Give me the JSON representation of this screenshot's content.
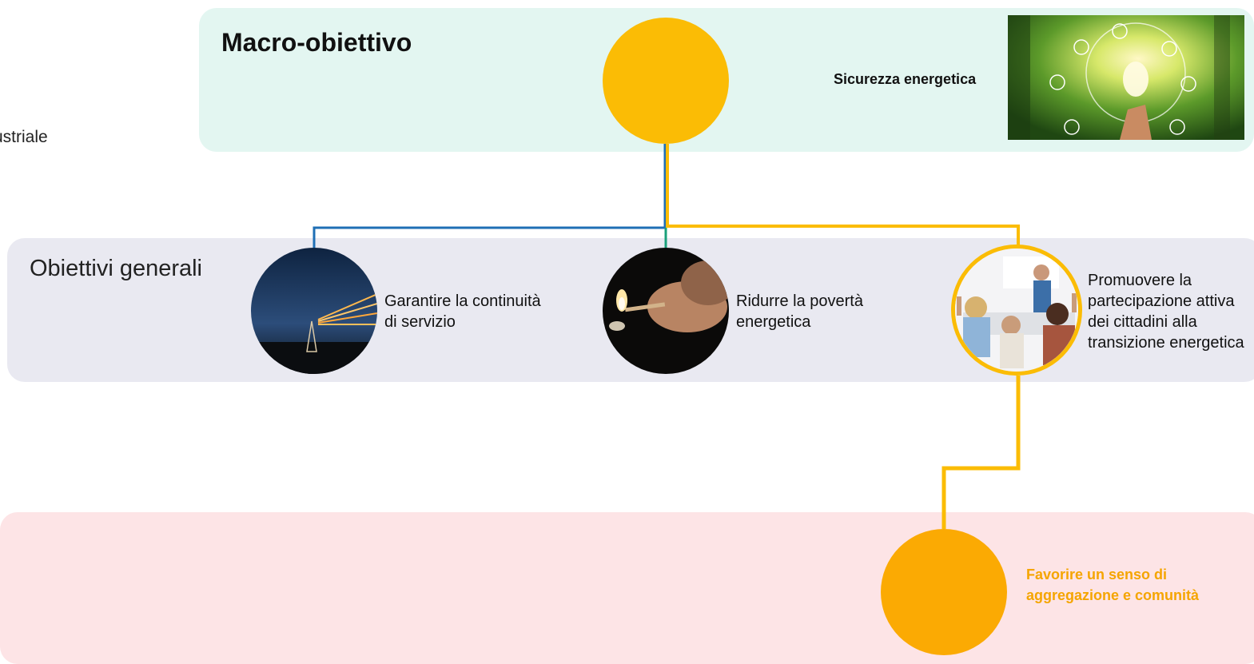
{
  "clipped_text": "ustriale",
  "macro": {
    "title": "Macro-obiettivo",
    "label": "Sicurezza energetica",
    "image_icon": "green-energy-lightbulb-photo"
  },
  "general": {
    "title": "Obiettivi generali",
    "items": [
      {
        "label_line1": "Garantire la continuità",
        "label_line2": "di servizio",
        "image_icon": "power-lines-photo"
      },
      {
        "label_line1": "Ridurre la povertà",
        "label_line2": "energetica",
        "image_icon": "lit-match-photo"
      },
      {
        "label_line1": "Promuovere la",
        "label_line2": "partecipazione attiva",
        "label_line3": "dei cittadini alla",
        "label_line4": "transizione energetica",
        "image_icon": "classroom-photo"
      }
    ]
  },
  "specific": {
    "label_line1": "Favorire un senso di",
    "label_line2": "aggregazione e comunità"
  },
  "colors": {
    "accent_yellow": "#fbbc05",
    "connector_blue": "#1f6fb5",
    "connector_green": "#1aa07a",
    "specific_orange": "#f5a500"
  }
}
